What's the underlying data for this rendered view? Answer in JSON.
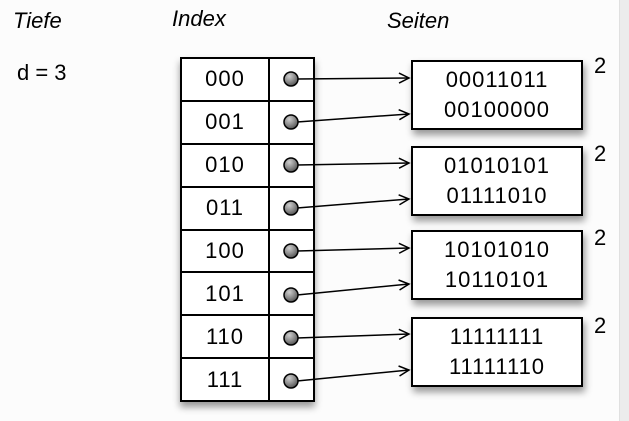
{
  "headers": {
    "depth": "Tiefe",
    "index": "Index",
    "pages": "Seiten"
  },
  "global_depth": "d = 3",
  "index": {
    "entries": [
      "000",
      "001",
      "010",
      "011",
      "100",
      "101",
      "110",
      "111"
    ]
  },
  "pages": [
    {
      "values": [
        "00011011",
        "00100000"
      ],
      "local_depth": "2"
    },
    {
      "values": [
        "01010101",
        "01111010"
      ],
      "local_depth": "2"
    },
    {
      "values": [
        "10101010",
        "10110101"
      ],
      "local_depth": "2"
    },
    {
      "values": [
        "11111111",
        "11111110"
      ],
      "local_depth": "2"
    }
  ],
  "colors": {
    "ink": "#000000",
    "background": "#fcfcfc",
    "box_fill": "#ffffff",
    "pointer_dot": "#8a8a8a",
    "edge_strip": "#ececec"
  }
}
